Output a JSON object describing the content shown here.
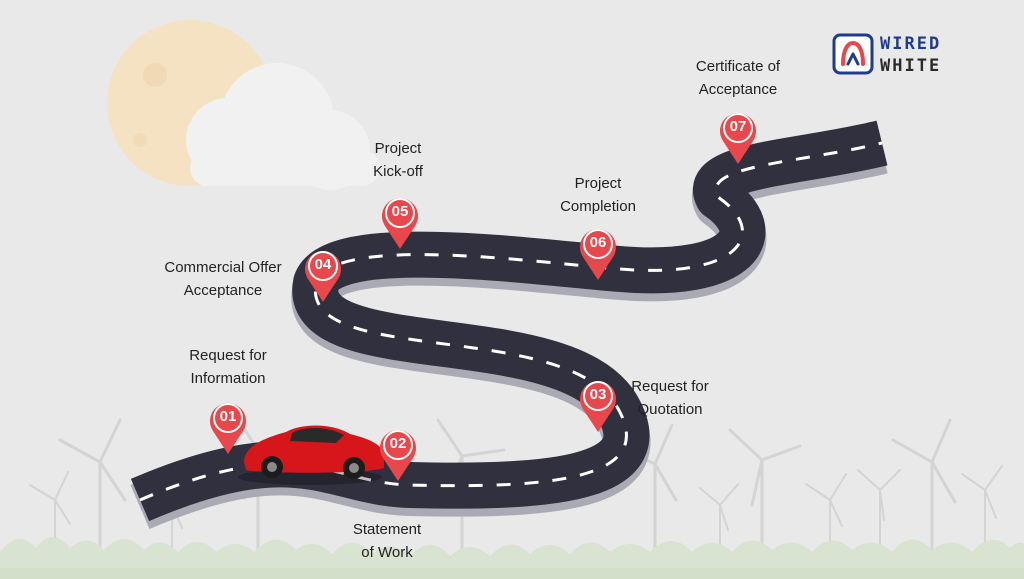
{
  "logo": {
    "line1": "WIRED",
    "line2": "WHITE",
    "primary_color": "#1d3c8f",
    "accent_color": "#e8474c"
  },
  "colors": {
    "road": "#30303f",
    "road_edge": "#aaaab4",
    "pin": "#e8474c",
    "background": "#e9e9e9"
  },
  "steps": [
    {
      "num": "01",
      "label": "Request for\nInformation"
    },
    {
      "num": "02",
      "label": "Statement\nof Work"
    },
    {
      "num": "03",
      "label": "Request for\nQuotation"
    },
    {
      "num": "04",
      "label": "Commercial Offer\nAcceptance"
    },
    {
      "num": "05",
      "label": "Project\nKick-off"
    },
    {
      "num": "06",
      "label": "Project\nCompletion"
    },
    {
      "num": "07",
      "label": "Certificate of\nAcceptance"
    }
  ]
}
